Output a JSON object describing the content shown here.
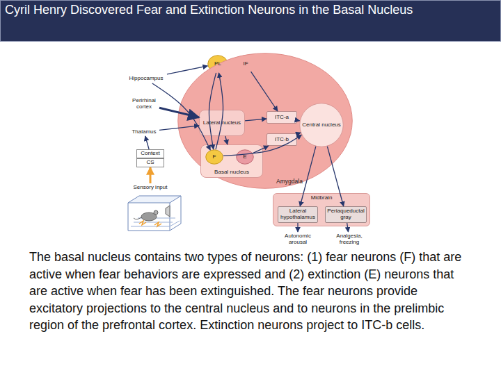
{
  "diagram": {
    "title": "Cyril Henry Discovered Fear and Extinction Neurons in the Basal Nucleus",
    "caption": "The basal nucleus contains two types of neurons: (1) fear neurons (F) that are active when fear behaviors are expressed and (2) extinction (E) neurons that are active when fear has been extinguished. The fear neurons provide excitatory projections to the central nucleus and to neurons in the prelimbic region of the prefrontal cortex. Extinction neurons project to ITC-b cells.",
    "nodes": [
      {
        "text": [
          "PL"
        ]
      },
      {
        "text": [
          "IF"
        ]
      },
      {
        "text": [
          "Hippocampus"
        ]
      },
      {
        "text": [
          "Perirhinal cortex"
        ]
      },
      {
        "text": [
          "Amygdala"
        ]
      },
      {
        "text": [
          "Lateral nucleus"
        ],
        "in": 4
      },
      {
        "text": [
          "ITC-a"
        ],
        "in": 4
      },
      {
        "text": [
          "ITC-b"
        ],
        "in": 4
      },
      {
        "text": [
          "Central nucleus"
        ],
        "in": 4
      },
      {
        "text": [
          "Thalamus"
        ]
      },
      {
        "text": [
          "Basal nucleus"
        ],
        "in": 4
      },
      {
        "text": [
          "F"
        ],
        "in": 10
      },
      {
        "text": [
          "E"
        ],
        "in": 10
      },
      {
        "text": [
          "Context"
        ]
      },
      {
        "text": [
          "CS"
        ]
      },
      {
        "text": [
          "Sensory input"
        ]
      },
      {
        "text": [
          "Midbrain"
        ]
      },
      {
        "text": [
          "Lateral hypothalamus"
        ],
        "in": 16
      },
      {
        "text": [
          "Periaqueductal gray"
        ],
        "in": 16
      },
      {
        "text": [
          "Autonomic arousal"
        ]
      },
      {
        "text": [
          "Analgesia, freezing"
        ]
      }
    ],
    "edges": [
      {
        "from": 2,
        "to": 0,
        "arrow": "to"
      },
      {
        "from": 2,
        "to": 11,
        "arrow": "to"
      },
      {
        "from": 3,
        "to": 5,
        "arrow": "to"
      },
      {
        "from": 9,
        "to": 5,
        "arrow": "to"
      },
      {
        "from": 13,
        "to": 9,
        "arrow": "to"
      },
      {
        "from": 15,
        "to": 14,
        "arrow": "to"
      },
      {
        "from": 0,
        "to": 11,
        "arrow": "to"
      },
      {
        "from": 11,
        "to": 0,
        "arrow": "to"
      },
      {
        "from": 1,
        "to": 6,
        "arrow": "to"
      },
      {
        "from": 5,
        "to": 10,
        "arrow": "to"
      },
      {
        "from": 5,
        "to": 6,
        "arrow": "to"
      },
      {
        "from": 12,
        "to": 7,
        "arrow": "to"
      },
      {
        "from": 11,
        "to": 8,
        "arrow": "to"
      },
      {
        "from": 6,
        "to": 8,
        "arrow": "to"
      },
      {
        "from": 7,
        "to": 8,
        "arrow": "to"
      },
      {
        "from": 8,
        "to": 17,
        "arrow": "to"
      },
      {
        "from": 8,
        "to": 18,
        "arrow": "to"
      },
      {
        "from": 17,
        "to": 19,
        "arrow": "to"
      },
      {
        "from": 18,
        "to": 20,
        "arrow": "to"
      }
    ]
  }
}
